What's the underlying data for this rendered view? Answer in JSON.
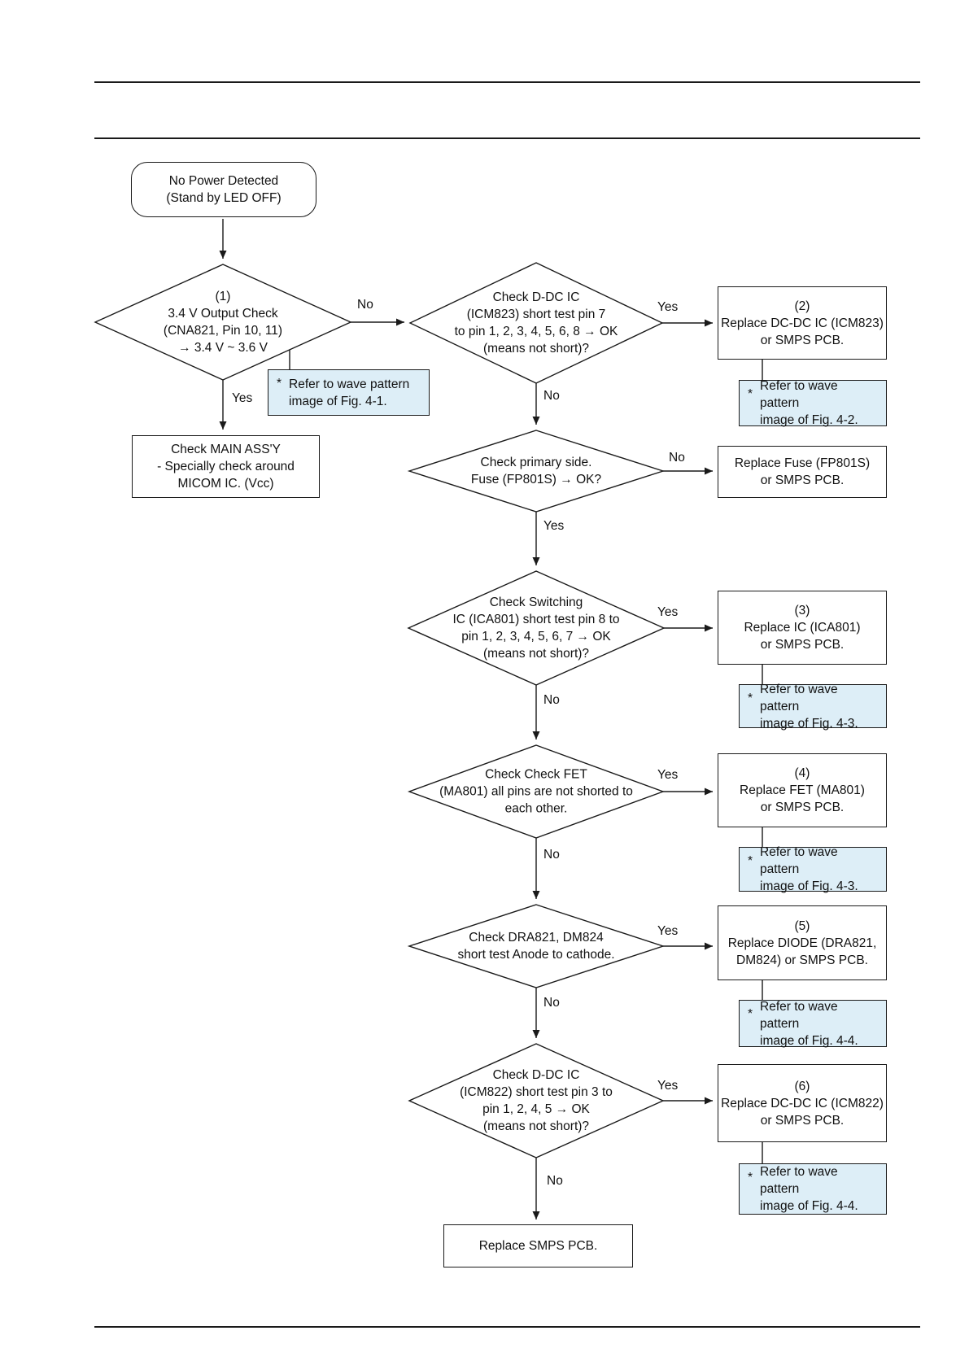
{
  "flowchart": {
    "start": "No Power Detected\n(Stand by LED OFF)",
    "decisions": {
      "d1": "(1)\n3.4 V Output Check\n(CNA821, Pin 10, 11)\n→ 3.4 V ~ 3.6 V",
      "d2": "Check D-DC IC\n(ICM823) short test pin 7\nto pin 1, 2, 3, 4, 5, 6, 8 → OK\n(means not short)?",
      "d3": "Check primary side.\nFuse (FP801S) → OK?",
      "d4": "Check Switching\nIC (ICA801) short test pin 8 to\npin 1, 2, 3, 4, 5, 6, 7 → OK\n(means not short)?",
      "d5": "Check Check FET\n(MA801) all pins are not shorted to\neach other.",
      "d6": "Check DRA821, DM824\nshort test Anode to cathode.",
      "d7": "Check D-DC IC\n(ICM822) short test pin 3 to\npin 1, 2, 4, 5 → OK\n(means not short)?"
    },
    "actions": {
      "main_assy": "Check MAIN ASS'Y\n- Specially check around\nMICOM IC. (Vcc)",
      "r2": "(2)\nReplace DC-DC IC (ICM823)\nor SMPS PCB.",
      "r_fuse": "Replace Fuse (FP801S)\nor SMPS PCB.",
      "r3": "(3)\nReplace IC (ICA801)\nor SMPS PCB.",
      "r4": "(4)\nReplace FET (MA801)\nor SMPS PCB.",
      "r5": "(5)\nReplace DIODE (DRA821,\nDM824) or SMPS PCB.",
      "r6": "(6)\nReplace DC-DC IC (ICM822)\nor SMPS PCB.",
      "final": "Replace SMPS PCB."
    },
    "notes": {
      "marker": "*",
      "n1": "Refer to wave pattern\nimage of Fig. 4-1.",
      "n2": "Refer to wave pattern\nimage of Fig. 4-2.",
      "n3": "Refer to wave pattern\nimage of Fig. 4-3.",
      "n4": "Refer to wave pattern\nimage of Fig. 4-3.",
      "n5": "Refer to wave pattern\nimage of Fig. 4-4.",
      "n6": "Refer to wave pattern\nimage of Fig. 4-4.",
      "bg_color": "#ddeef7"
    },
    "labels": {
      "yes": "Yes",
      "no": "No"
    }
  }
}
